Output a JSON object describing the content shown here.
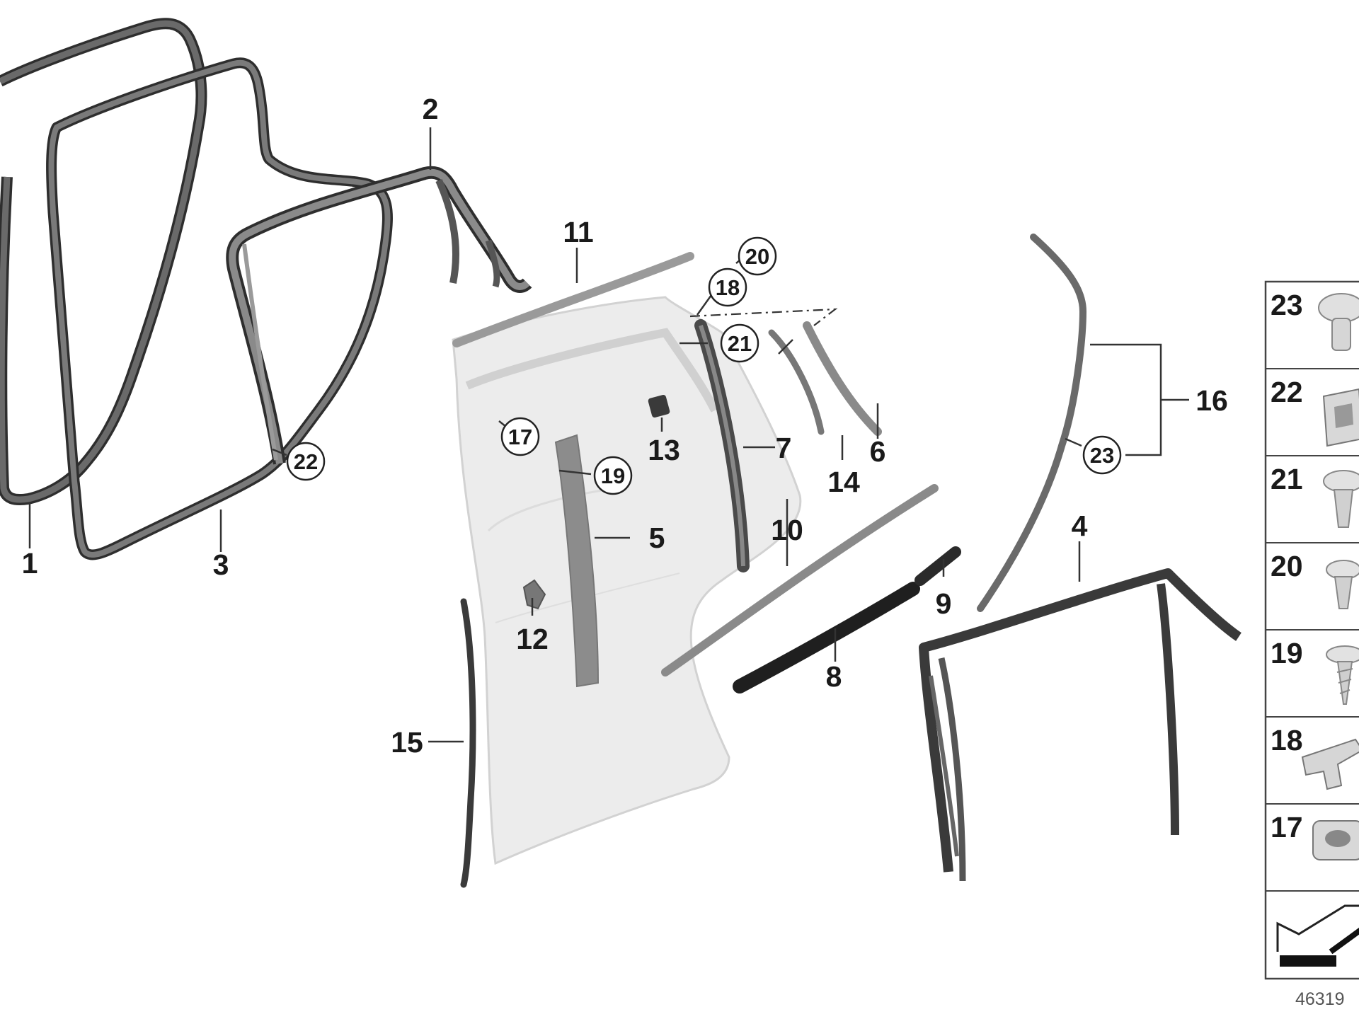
{
  "diagram": {
    "callouts": [
      "1",
      "2",
      "3",
      "4",
      "5",
      "6",
      "7",
      "8",
      "9",
      "10",
      "11",
      "12",
      "13",
      "14",
      "15",
      "16"
    ],
    "circled_callouts": [
      "17",
      "18",
      "19",
      "20",
      "21",
      "22",
      "23"
    ],
    "parts_panel": [
      "23",
      "22",
      "21",
      "20",
      "19",
      "18",
      "17"
    ],
    "document_number": "46319"
  },
  "colors": {
    "seal": "#5a5a5a",
    "seal_edge": "#2e2e2e",
    "door_panel": "#ececec",
    "door_edge": "#d2d2d2",
    "trim": "#8c8c8c",
    "label": "#1a1a1a"
  }
}
